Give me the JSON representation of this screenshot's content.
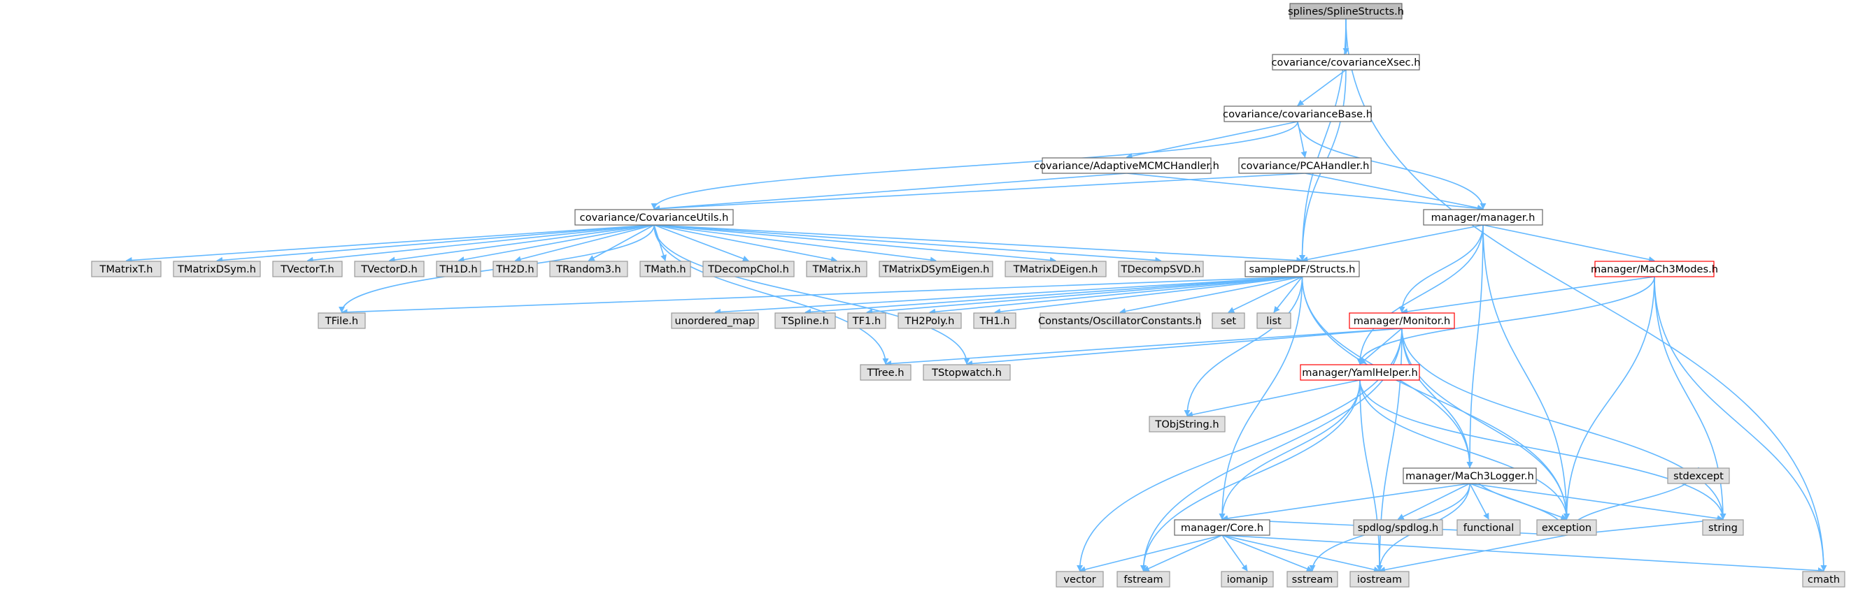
{
  "graph": {
    "accent_color": "#63b8ff",
    "nodes": {
      "root": {
        "label": "splines/SplineStructs.h",
        "kind": "root"
      },
      "xsec": {
        "label": "covariance/covarianceXsec.h",
        "kind": "file"
      },
      "base": {
        "label": "covariance/covarianceBase.h",
        "kind": "file"
      },
      "adapt": {
        "label": "covariance/AdaptiveMCMCHandler.h",
        "kind": "file"
      },
      "pca": {
        "label": "covariance/PCAHandler.h",
        "kind": "file"
      },
      "utils": {
        "label": "covariance/CovarianceUtils.h",
        "kind": "file"
      },
      "manager": {
        "label": "manager/manager.h",
        "kind": "file"
      },
      "structs": {
        "label": "samplePDF/Structs.h",
        "kind": "file"
      },
      "modes": {
        "label": "manager/MaCh3Modes.h",
        "kind": "red"
      },
      "monitor": {
        "label": "manager/Monitor.h",
        "kind": "red"
      },
      "yaml": {
        "label": "manager/YamlHelper.h",
        "kind": "red"
      },
      "exception": {
        "label": "exception",
        "kind": "sys"
      },
      "logger": {
        "label": "manager/MaCh3Logger.h",
        "kind": "file"
      },
      "core": {
        "label": "manager/Core.h",
        "kind": "file"
      },
      "TMatrixT": {
        "label": "TMatrixT.h",
        "kind": "sys"
      },
      "TMatrixDSym": {
        "label": "TMatrixDSym.h",
        "kind": "sys"
      },
      "TVectorT": {
        "label": "TVectorT.h",
        "kind": "sys"
      },
      "TVectorD": {
        "label": "TVectorD.h",
        "kind": "sys"
      },
      "TH1D": {
        "label": "TH1D.h",
        "kind": "sys"
      },
      "TH2D": {
        "label": "TH2D.h",
        "kind": "sys"
      },
      "TRandom3": {
        "label": "TRandom3.h",
        "kind": "sys"
      },
      "TMath": {
        "label": "TMath.h",
        "kind": "sys"
      },
      "TDecompChol": {
        "label": "TDecompChol.h",
        "kind": "sys"
      },
      "TMatrix": {
        "label": "TMatrix.h",
        "kind": "sys"
      },
      "TMatrixDSymEigen": {
        "label": "TMatrixDSymEigen.h",
        "kind": "sys"
      },
      "TMatrixDEigen": {
        "label": "TMatrixDEigen.h",
        "kind": "sys"
      },
      "TDecompSVD": {
        "label": "TDecompSVD.h",
        "kind": "sys"
      },
      "TFile": {
        "label": "TFile.h",
        "kind": "sys"
      },
      "unordered_map": {
        "label": "unordered_map",
        "kind": "sys"
      },
      "TSpline": {
        "label": "TSpline.h",
        "kind": "sys"
      },
      "TF1": {
        "label": "TF1.h",
        "kind": "sys"
      },
      "TH2Poly": {
        "label": "TH2Poly.h",
        "kind": "sys"
      },
      "TH1": {
        "label": "TH1.h",
        "kind": "sys"
      },
      "OscConst": {
        "label": "Constants/OscillatorConstants.h",
        "kind": "sys"
      },
      "set": {
        "label": "set",
        "kind": "sys"
      },
      "list": {
        "label": "list",
        "kind": "sys"
      },
      "TTree": {
        "label": "TTree.h",
        "kind": "sys"
      },
      "TStopwatch": {
        "label": "TStopwatch.h",
        "kind": "sys"
      },
      "TObjString": {
        "label": "TObjString.h",
        "kind": "sys"
      },
      "stdexcept": {
        "label": "stdexcept",
        "kind": "sys"
      },
      "spdlog": {
        "label": "spdlog/spdlog.h",
        "kind": "sys"
      },
      "functional": {
        "label": "functional",
        "kind": "sys"
      },
      "string": {
        "label": "string",
        "kind": "sys"
      },
      "cmath": {
        "label": "cmath",
        "kind": "sys"
      },
      "vector": {
        "label": "vector",
        "kind": "sys"
      },
      "fstream": {
        "label": "fstream",
        "kind": "sys"
      },
      "iomanip": {
        "label": "iomanip",
        "kind": "sys"
      },
      "sstream": {
        "label": "sstream",
        "kind": "sys"
      },
      "iostream": {
        "label": "iostream",
        "kind": "sys"
      }
    }
  }
}
